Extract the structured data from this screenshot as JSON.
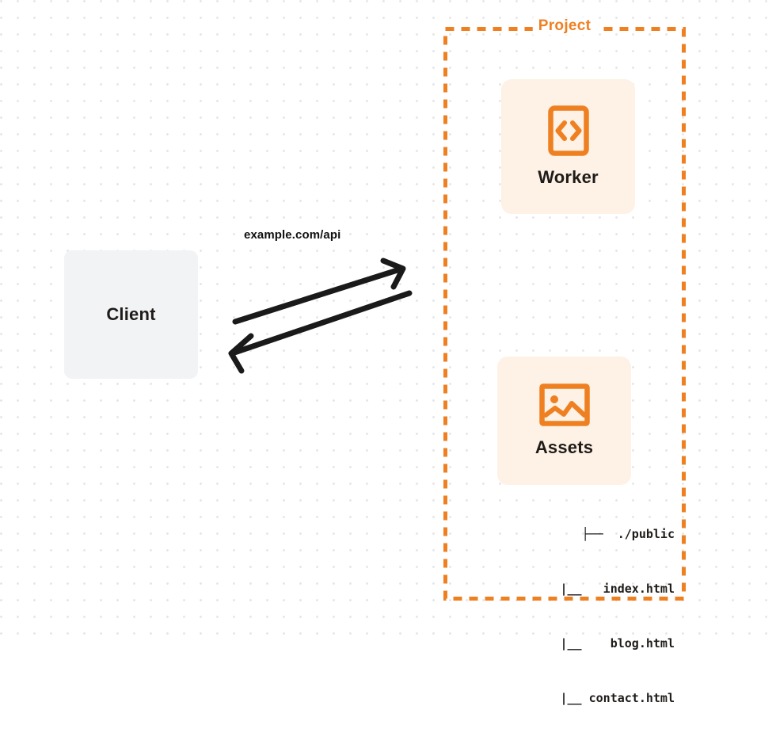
{
  "diagram": {
    "title": "Client to Project request flow",
    "background": {
      "style": "dot-grid",
      "dot_color": "#e6e6e6",
      "page_color": "#ffffff"
    },
    "colors": {
      "accent": "#ef8022",
      "card_background": "#fdf2e5",
      "client_background": "#f2f3f5",
      "text_dark": "#1f1b19",
      "arrow": "#1a1a1a"
    }
  },
  "client": {
    "label": "Client"
  },
  "connection": {
    "label": "example.com/api",
    "request_arrow": "arrow-right-up",
    "response_arrow": "arrow-left-down"
  },
  "project": {
    "title": "Project",
    "cards": [
      {
        "label": "Worker",
        "icon": "code-brackets-icon"
      },
      {
        "label": "Assets",
        "icon": "image-icon"
      }
    ],
    "file_tree": [
      "├──  ./public",
      "|__   index.html",
      "|__    blog.html",
      "|__ contact.html"
    ]
  }
}
